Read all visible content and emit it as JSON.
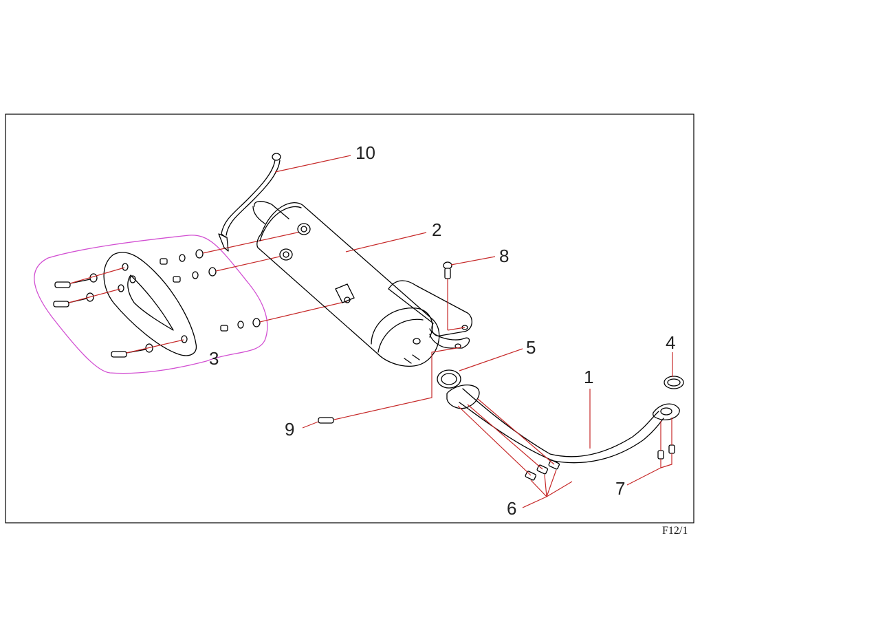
{
  "diagram": {
    "page_code": "F12/1",
    "callouts": [
      {
        "id": "1",
        "label": "1"
      },
      {
        "id": "2",
        "label": "2"
      },
      {
        "id": "3",
        "label": "3"
      },
      {
        "id": "4",
        "label": "4"
      },
      {
        "id": "5",
        "label": "5"
      },
      {
        "id": "6",
        "label": "6"
      },
      {
        "id": "7",
        "label": "7"
      },
      {
        "id": "8",
        "label": "8"
      },
      {
        "id": "9",
        "label": "9"
      },
      {
        "id": "10",
        "label": "10"
      }
    ],
    "colors": {
      "leader": "#c62828",
      "group_outline": "#d24fd2",
      "line_art": "#000000"
    }
  }
}
